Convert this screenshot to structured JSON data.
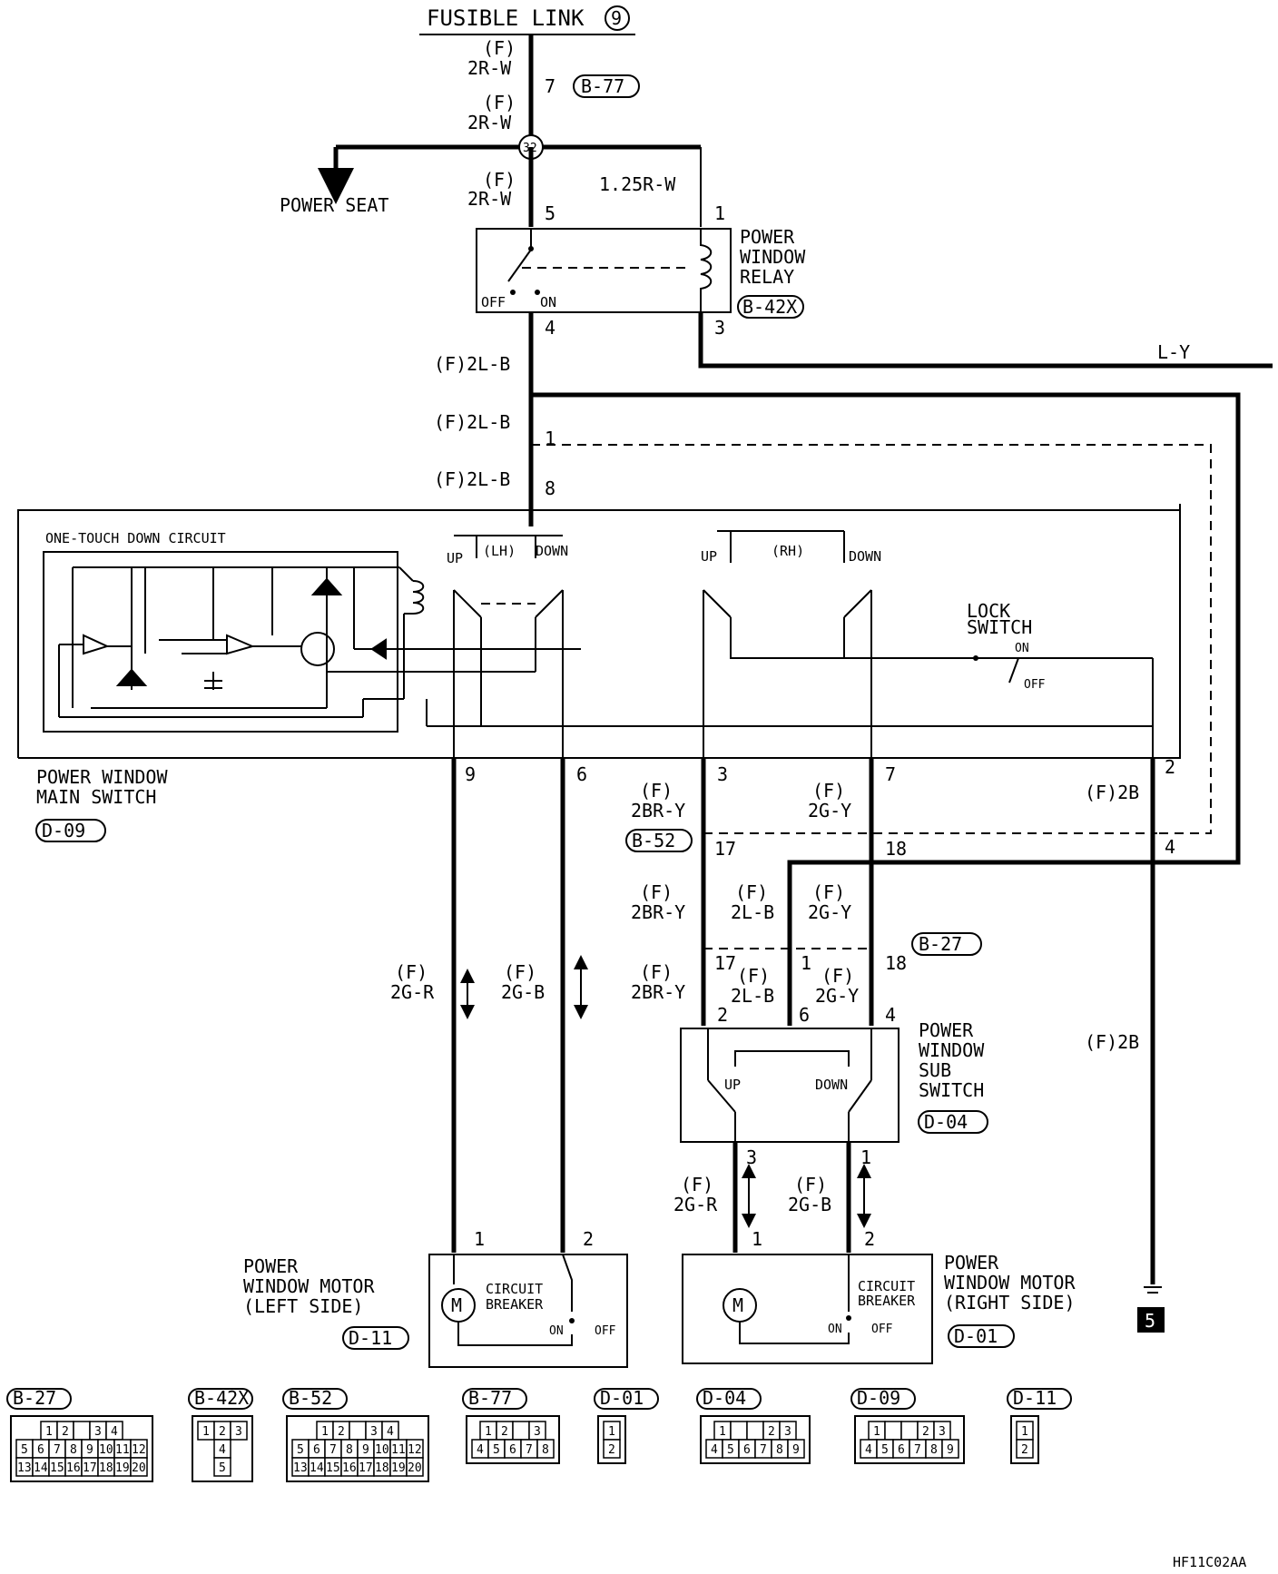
{
  "title": "FUSIBLE LINK",
  "title_num": "9",
  "figure_code": "HF11C02AA",
  "wires": {
    "f": "(F)",
    "r2w": "2R-W",
    "r125w": "1.25R-W",
    "lb2": "(F)2L-B",
    "ly": "L-Y",
    "b2": "(F)2B",
    "gr2": "2G-R",
    "gb2": "2G-B",
    "bry2": "2BR-Y",
    "gy2": "2G-Y",
    "lb2s": "2L-B"
  },
  "labels": {
    "power_seat": "POWER SEAT",
    "relay": [
      "POWER",
      "WINDOW",
      "RELAY"
    ],
    "off": "OFF",
    "on": "ON",
    "one_touch": "ONE-TOUCH DOWN CIRCUIT",
    "up": "UP",
    "down": "DOWN",
    "lh": "(LH)",
    "rh": "(RH)",
    "lock": [
      "LOCK",
      "SWITCH"
    ],
    "main_switch": [
      "POWER WINDOW",
      "MAIN SWITCH"
    ],
    "sub_switch": [
      "POWER",
      "WINDOW",
      "SUB",
      "SWITCH"
    ],
    "motor_left": [
      "POWER",
      "WINDOW MOTOR",
      "(LEFT SIDE)"
    ],
    "motor_right": [
      "POWER",
      "WINDOW MOTOR",
      "(RIGHT SIDE)"
    ],
    "circuit_breaker": [
      "CIRCUIT",
      "BREAKER"
    ],
    "motor": "M",
    "splice": "32",
    "ground": "5"
  },
  "connectors": {
    "b77": "B-77",
    "b42x": "B-42X",
    "b52": "B-52",
    "b27": "B-27",
    "d09": "D-09",
    "d04": "D-04",
    "d11": "D-11",
    "d01": "D-01"
  },
  "pins": {
    "p1": "1",
    "p2": "2",
    "p3": "3",
    "p4": "4",
    "p5": "5",
    "p6": "6",
    "p7": "7",
    "p8": "8",
    "p9": "9",
    "p17": "17",
    "p18": "18"
  },
  "connector_faces": [
    {
      "code": "B-27",
      "rows": [
        [
          "1",
          "2",
          "",
          "3",
          "4"
        ],
        [
          "5",
          "6",
          "7",
          "8",
          "9",
          "10",
          "11",
          "12"
        ],
        [
          "13",
          "14",
          "15",
          "16",
          "17",
          "18",
          "19",
          "20"
        ]
      ]
    },
    {
      "code": "B-42X",
      "rows": [
        [
          "1",
          "2",
          "3"
        ],
        [
          "4"
        ],
        [
          "5"
        ]
      ]
    },
    {
      "code": "B-52",
      "rows": [
        [
          "1",
          "2",
          "",
          "3",
          "4"
        ],
        [
          "5",
          "6",
          "7",
          "8",
          "9",
          "10",
          "11",
          "12"
        ],
        [
          "13",
          "14",
          "15",
          "16",
          "17",
          "18",
          "19",
          "20"
        ]
      ]
    },
    {
      "code": "B-77",
      "rows": [
        [
          "1",
          "2",
          "",
          "3"
        ],
        [
          "4",
          "5",
          "6",
          "7",
          "8"
        ]
      ]
    },
    {
      "code": "D-01",
      "rows": [
        [
          "1"
        ],
        [
          "2"
        ]
      ]
    },
    {
      "code": "D-04",
      "rows": [
        [
          "1",
          "",
          "",
          "2",
          "3"
        ],
        [
          "4",
          "5",
          "6",
          "7",
          "8",
          "9"
        ]
      ]
    },
    {
      "code": "D-09",
      "rows": [
        [
          "1",
          "",
          "",
          "2",
          "3"
        ],
        [
          "4",
          "5",
          "6",
          "7",
          "8",
          "9"
        ]
      ]
    },
    {
      "code": "D-11",
      "rows": [
        [
          "1"
        ],
        [
          "2"
        ]
      ]
    }
  ]
}
